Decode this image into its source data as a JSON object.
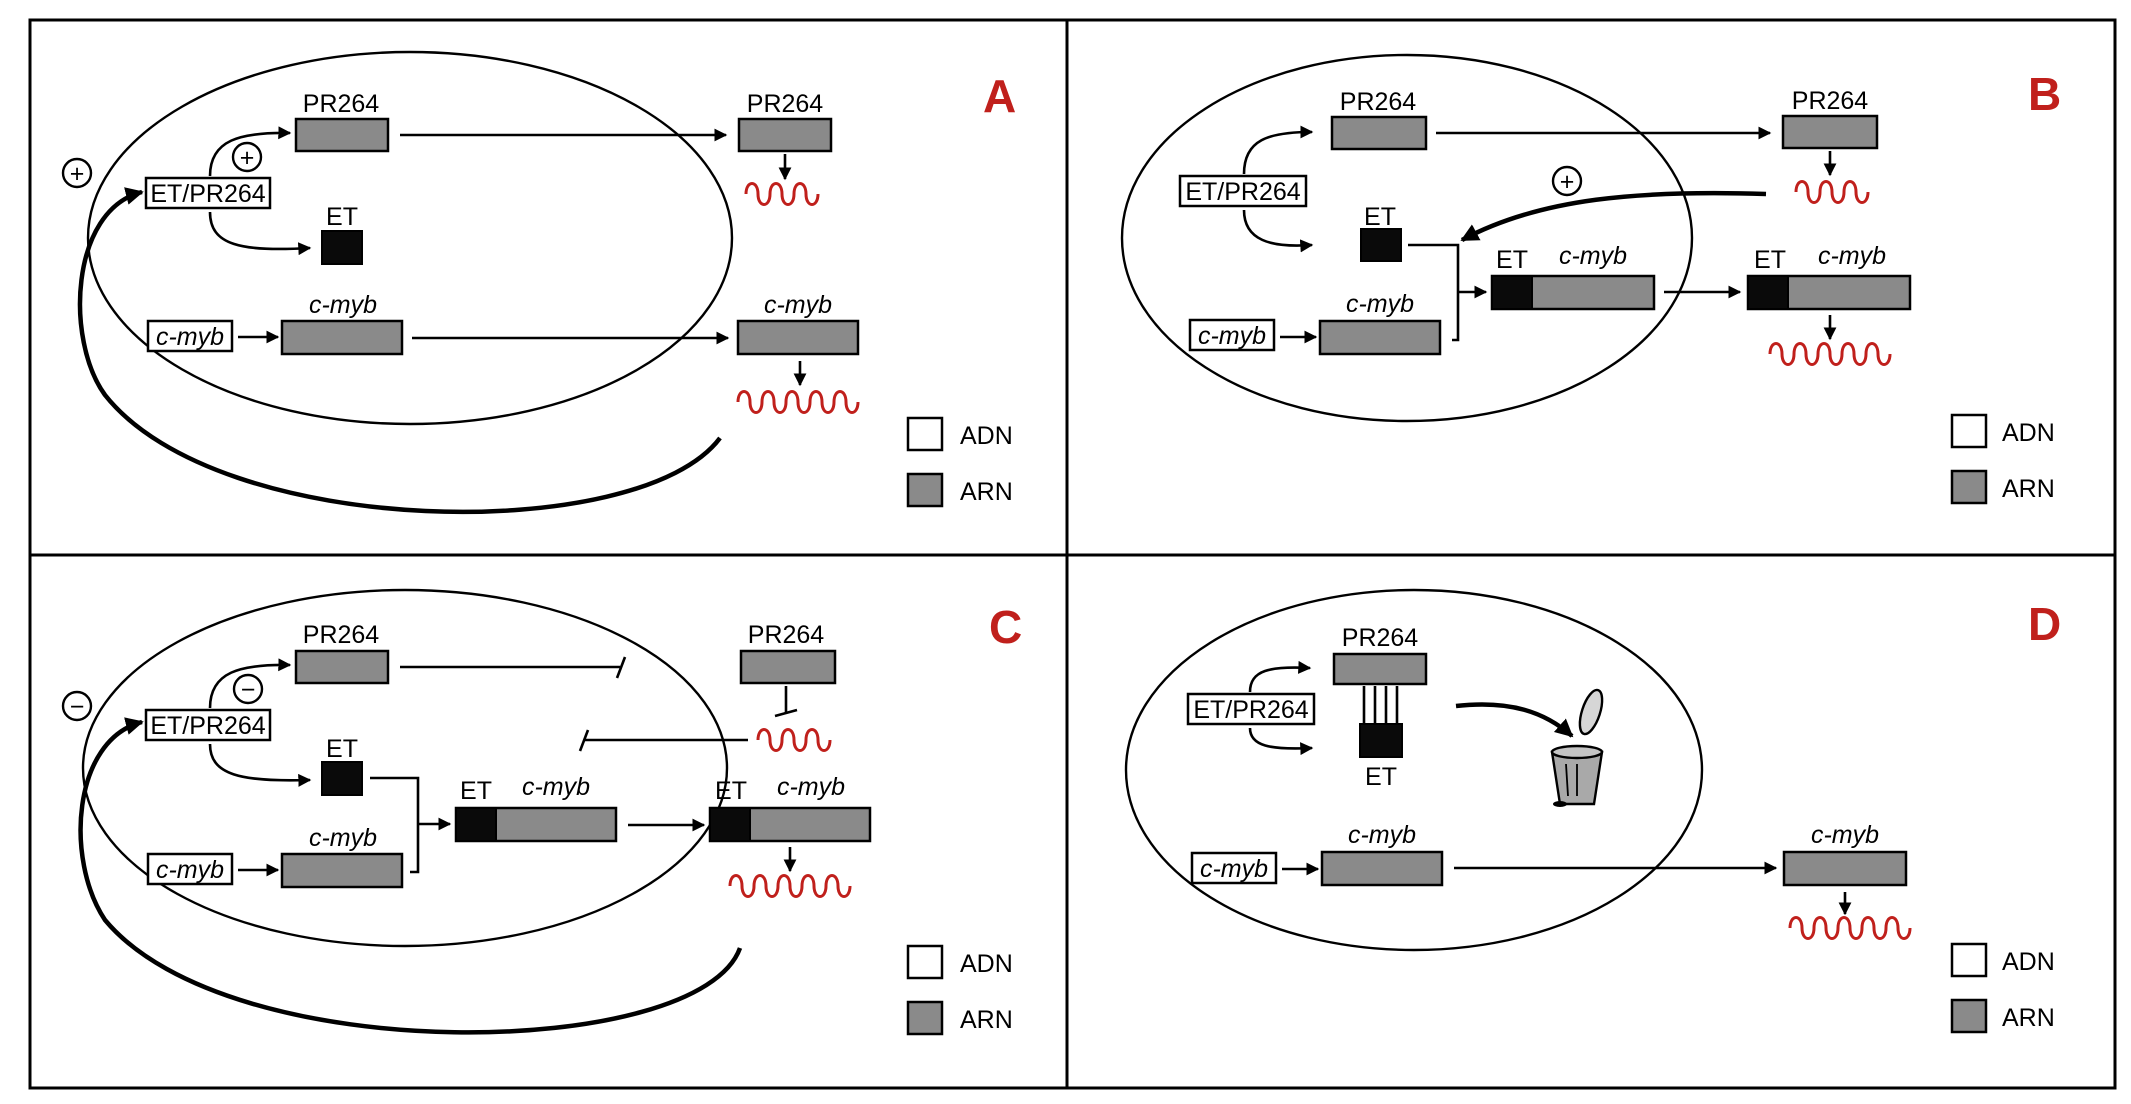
{
  "colors": {
    "rna_fill": "#8a8a8a",
    "dna_fill": "#ffffff",
    "et_fill": "#0a0a0a",
    "protein_coil": "#c0201c",
    "panel_letter": "#c0201c"
  },
  "icons": {
    "plus": "plus-sign-icon",
    "minus": "minus-sign-icon",
    "trash": "trash-bin-icon",
    "protein": "alpha-helix-icon"
  },
  "labels": {
    "et_pr264": "ET/PR264",
    "pr264": "PR264",
    "et": "ET",
    "cmyb": "c-myb",
    "plus": "+",
    "minus": "−"
  },
  "legend": {
    "dna": "ADN",
    "rna": "ARN"
  },
  "panels": [
    {
      "id": "A",
      "letter": "A"
    },
    {
      "id": "B",
      "letter": "B"
    },
    {
      "id": "C",
      "letter": "C"
    },
    {
      "id": "D",
      "letter": "D"
    }
  ]
}
